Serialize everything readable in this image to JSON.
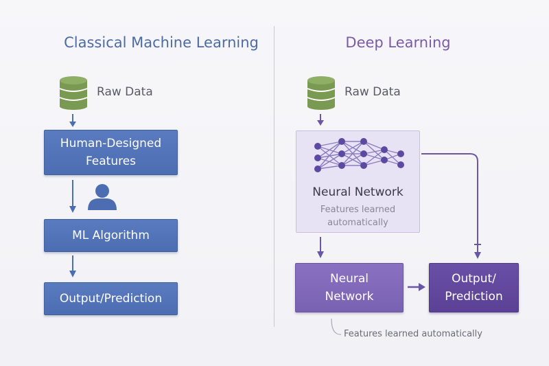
{
  "left": {
    "title": "Classical Machine Learning",
    "raw_data_label": "Raw Data",
    "features_box": "Human-Designed Features",
    "features_line1": "Human-Designed",
    "features_line2": "Features",
    "algorithm_box": "ML Algorithm",
    "output_box": "Output/Prediction"
  },
  "right": {
    "title": "Deep Learning",
    "raw_data_label": "Raw Data",
    "nn_panel_title": "Neural Network",
    "nn_panel_sub_line1": "Features learned",
    "nn_panel_sub_line2": "automatically",
    "nn_box_line1": "Neural",
    "nn_box_line2": "Network",
    "output_line1": "Output/",
    "output_line2": "Prediction",
    "bottom_note": "Features learned automatically"
  },
  "colors": {
    "left_accent": "#4b6aa6",
    "right_accent": "#7a5aa8",
    "database_green": "#7a9a52",
    "person_blue": "#4c6db2"
  },
  "icons": [
    "database-icon",
    "person-icon",
    "neural-network-icon"
  ]
}
